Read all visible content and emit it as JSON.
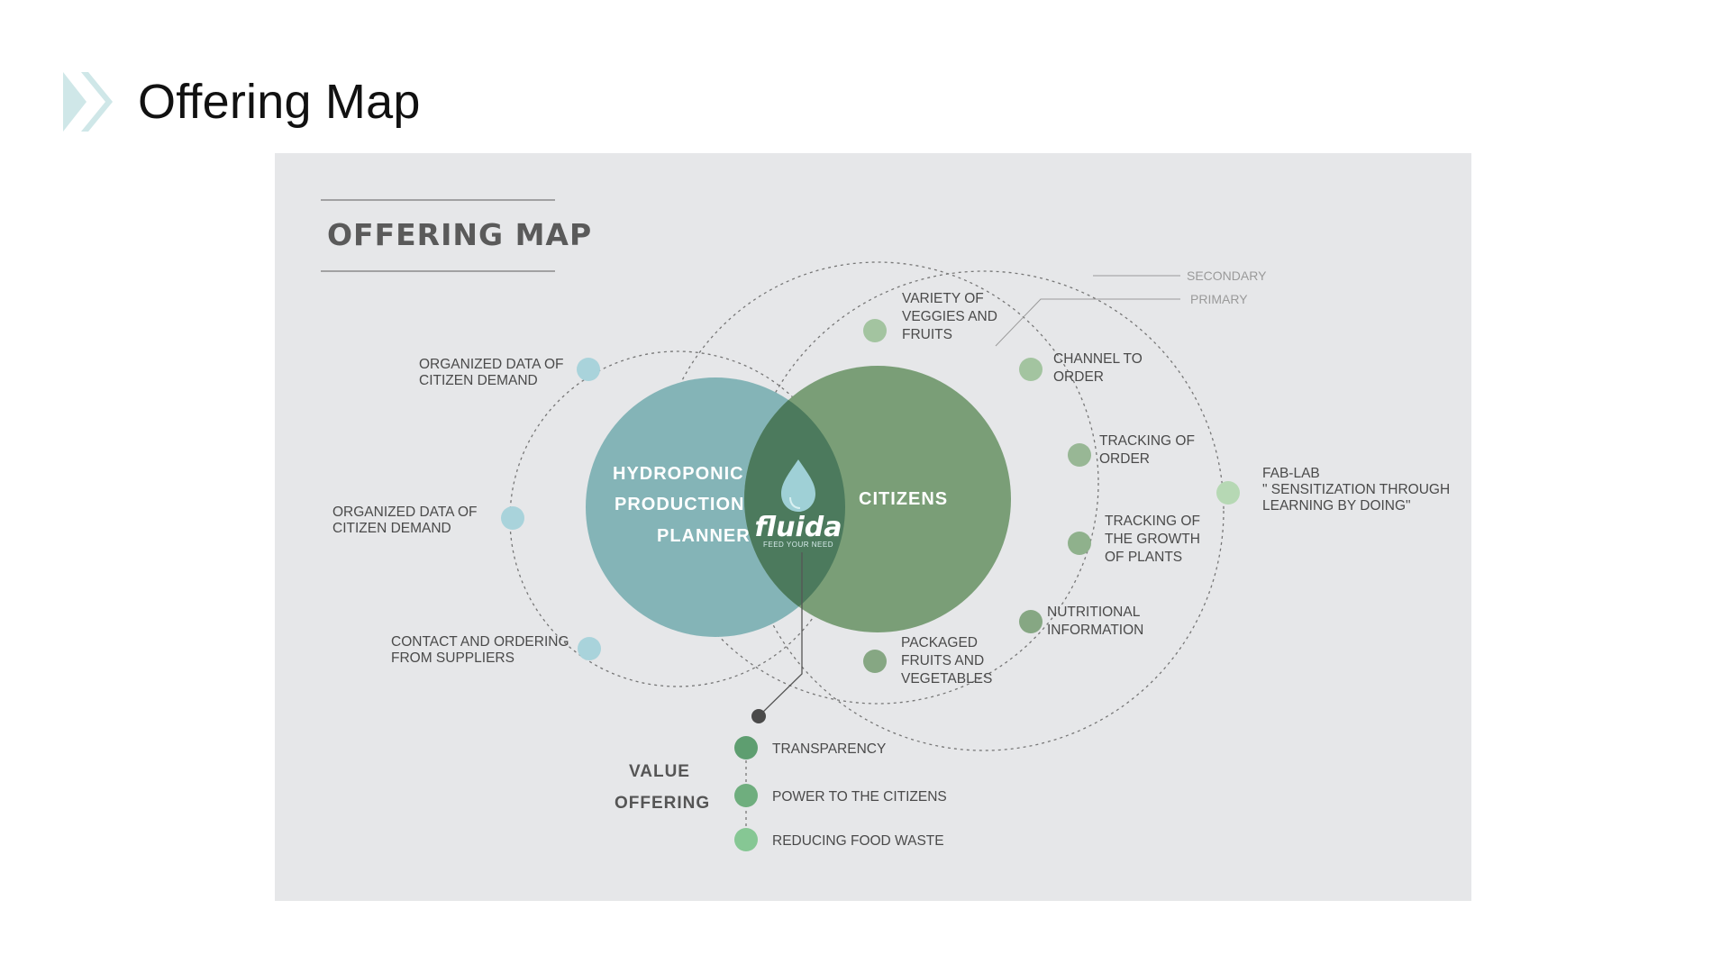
{
  "slide": {
    "title": "Offering Map"
  },
  "diagram": {
    "heading": "OFFERING MAP",
    "legend": {
      "secondary": "SECONDARY",
      "primary": "PRIMARY"
    },
    "circles": {
      "left": [
        "HYDROPONIC",
        "PRODUCTION",
        "PLANNER"
      ],
      "right": "CITIZENS"
    },
    "logo": {
      "name": "fluida",
      "tagline": "FEED YOUR NEED"
    },
    "left_items": [
      {
        "lines": [
          "ORGANIZED DATA OF",
          "CITIZEN DEMAND"
        ]
      },
      {
        "lines": [
          "ORGANIZED DATA OF",
          "CITIZEN DEMAND"
        ]
      },
      {
        "lines": [
          "CONTACT AND ORDERING",
          "FROM SUPPLIERS"
        ]
      }
    ],
    "right_items": [
      {
        "lines": [
          "VARIETY OF",
          "VEGGIES AND",
          "FRUITS"
        ]
      },
      {
        "lines": [
          "CHANNEL TO",
          "ORDER"
        ]
      },
      {
        "lines": [
          "TRACKING OF",
          "ORDER"
        ]
      },
      {
        "lines": [
          "TRACKING OF",
          "THE GROWTH",
          "OF PLANTS"
        ]
      },
      {
        "lines": [
          "NUTRITIONAL",
          "INFORMATION"
        ]
      },
      {
        "lines": [
          "PACKAGED",
          "FRUITS AND",
          "VEGETABLES"
        ]
      }
    ],
    "secondary_item": {
      "lines": [
        "FAB-LAB",
        "\" SENSITIZATION THROUGH",
        "LEARNING BY DOING\""
      ]
    },
    "value_offering": {
      "label": [
        "VALUE",
        "OFFERING"
      ],
      "items": [
        "TRANSPARENCY",
        "POWER TO THE CITIZENS",
        "REDUCING FOOD WASTE"
      ]
    },
    "colors": {
      "panel_bg": "#e6e7e9",
      "hydroponic": "#84b4b7",
      "citizens": "#7a9e77",
      "overlap": "#4c7a5d",
      "left_dots": "#a9d3db",
      "right_dots": "#a3c4a0",
      "value_dots": "#6fae7e"
    }
  }
}
